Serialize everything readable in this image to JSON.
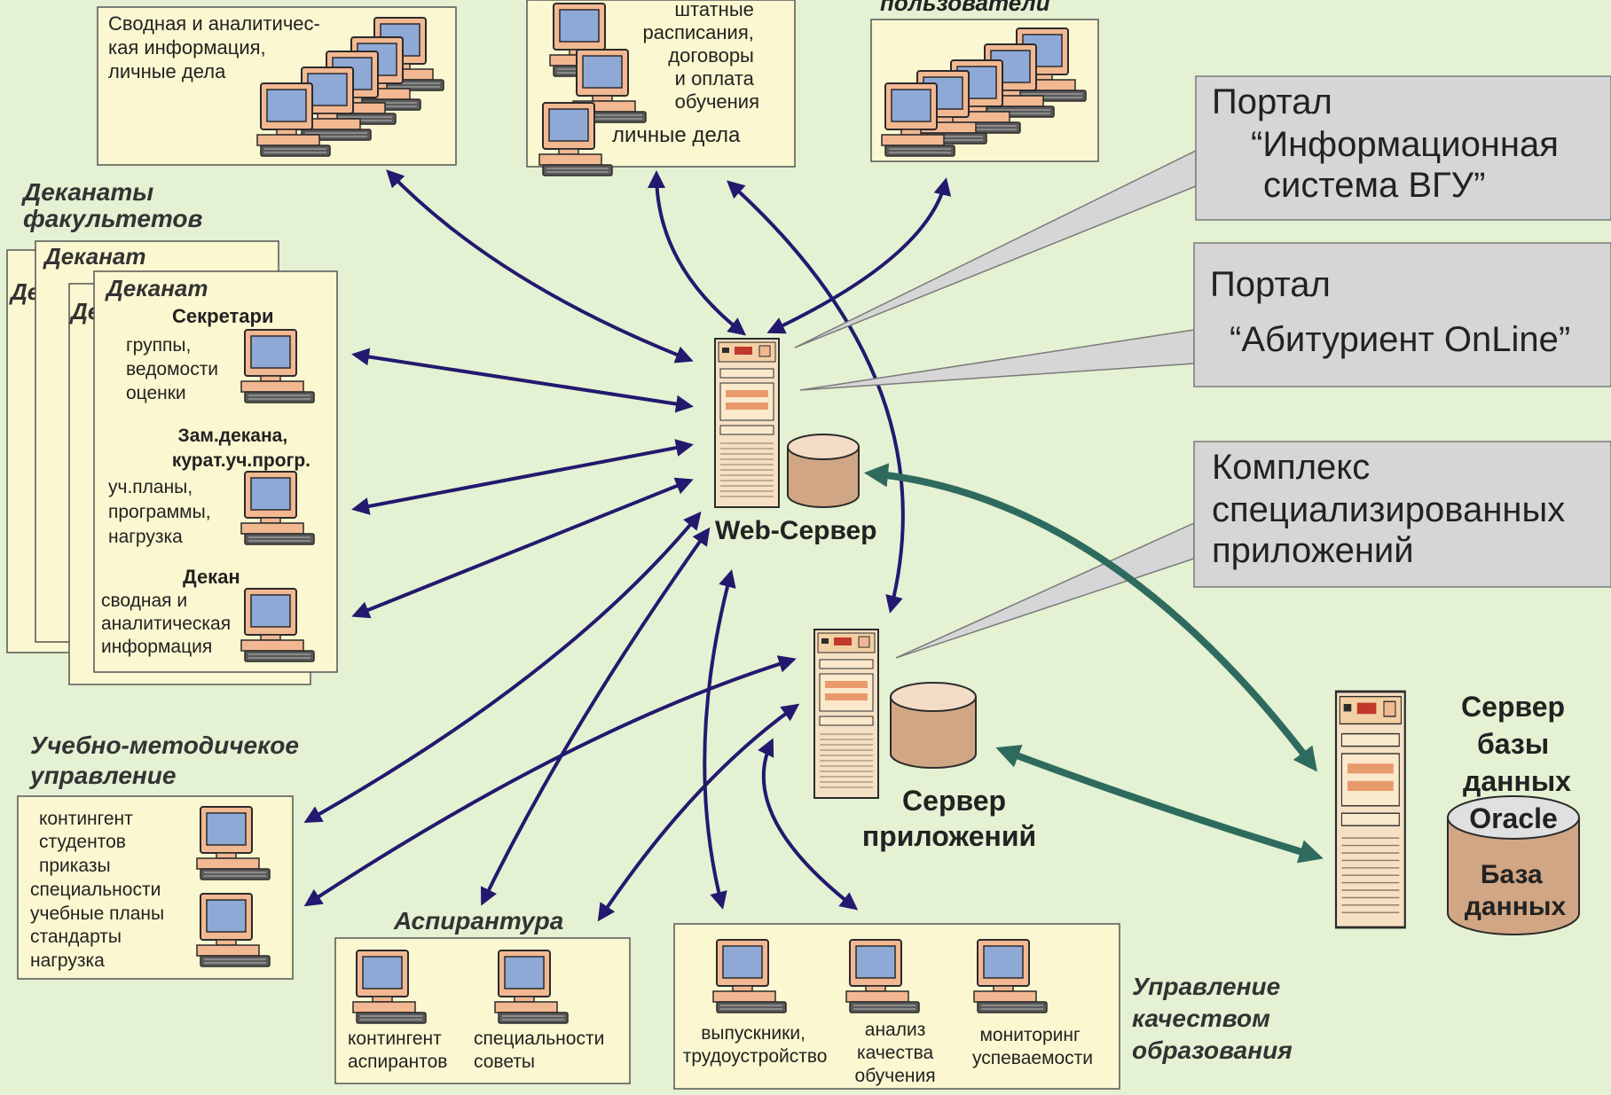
{
  "colors": {
    "background": "#e4f1d3",
    "box_fill": "#fbf7d0",
    "callout_fill": "#d6d6d6",
    "arrow_navy": "#211a6e",
    "arrow_teal": "#2e6b5e",
    "server_body": "#f6e0c4",
    "server_accent": "#c0392b",
    "monitor_screen": "#8fa9d6",
    "monitor_case": "#f2b892"
  },
  "top_left_box": {
    "lines": [
      "Сводная и аналитичес-",
      "кая информация,",
      "личные дела"
    ]
  },
  "top_mid_box": {
    "lines": [
      "штатные",
      "расписания,",
      "договоры",
      "и оплата",
      "обучения"
    ],
    "bottom_label": "личные дела"
  },
  "top_right_box": {
    "heading": "пользователи"
  },
  "deans": {
    "heading_lines": [
      "Деканаты",
      "факультетов"
    ],
    "stack_titles": [
      "Деканат",
      "Де",
      "Де"
    ],
    "card_title": "Деканат",
    "sections": [
      {
        "title": "Секретари",
        "lines": [
          "группы,",
          "ведомости",
          "оценки"
        ]
      },
      {
        "title_lines": [
          "Зам.декана,",
          "курат.уч.прогр."
        ],
        "lines": [
          "уч.планы,",
          "программы,",
          "нагрузка"
        ]
      },
      {
        "title": "Декан",
        "lines": [
          "сводная и",
          "аналитическая",
          "информация"
        ]
      }
    ]
  },
  "callouts": [
    {
      "lines": [
        "Портал",
        "“Информационная",
        "система ВГУ”"
      ]
    },
    {
      "lines": [
        "Портал",
        "“Абитуриент OnLine”"
      ]
    },
    {
      "lines": [
        "Комплекс",
        "специализированных",
        "приложений"
      ]
    }
  ],
  "web_server": {
    "label": "Web-Сервер"
  },
  "app_server": {
    "label_lines": [
      "Сервер",
      "приложений"
    ]
  },
  "db_server": {
    "label_lines": [
      "Сервер",
      "базы",
      "данных"
    ],
    "oracle_label": "Oracle",
    "db_lines": [
      "База",
      "данных"
    ]
  },
  "umu": {
    "heading_lines": [
      "Учебно-методичекое",
      "управление"
    ],
    "lines": [
      "контингент",
      "студентов",
      "приказы",
      "специальности",
      "учебные планы",
      "стандарты",
      "нагрузка"
    ]
  },
  "aspirantura": {
    "heading": "Аспирантура",
    "left_lines": [
      "контингент",
      "аспирантов"
    ],
    "right_lines": [
      "специальности",
      "советы"
    ]
  },
  "quality": {
    "heading_lines": [
      "Управление",
      "качеством",
      "образования"
    ],
    "col1": [
      "выпускники,",
      "трудоустройство"
    ],
    "col2": [
      "анализ",
      "качества",
      "обучения"
    ],
    "col3": [
      "мониторинг",
      "успеваемости"
    ]
  }
}
